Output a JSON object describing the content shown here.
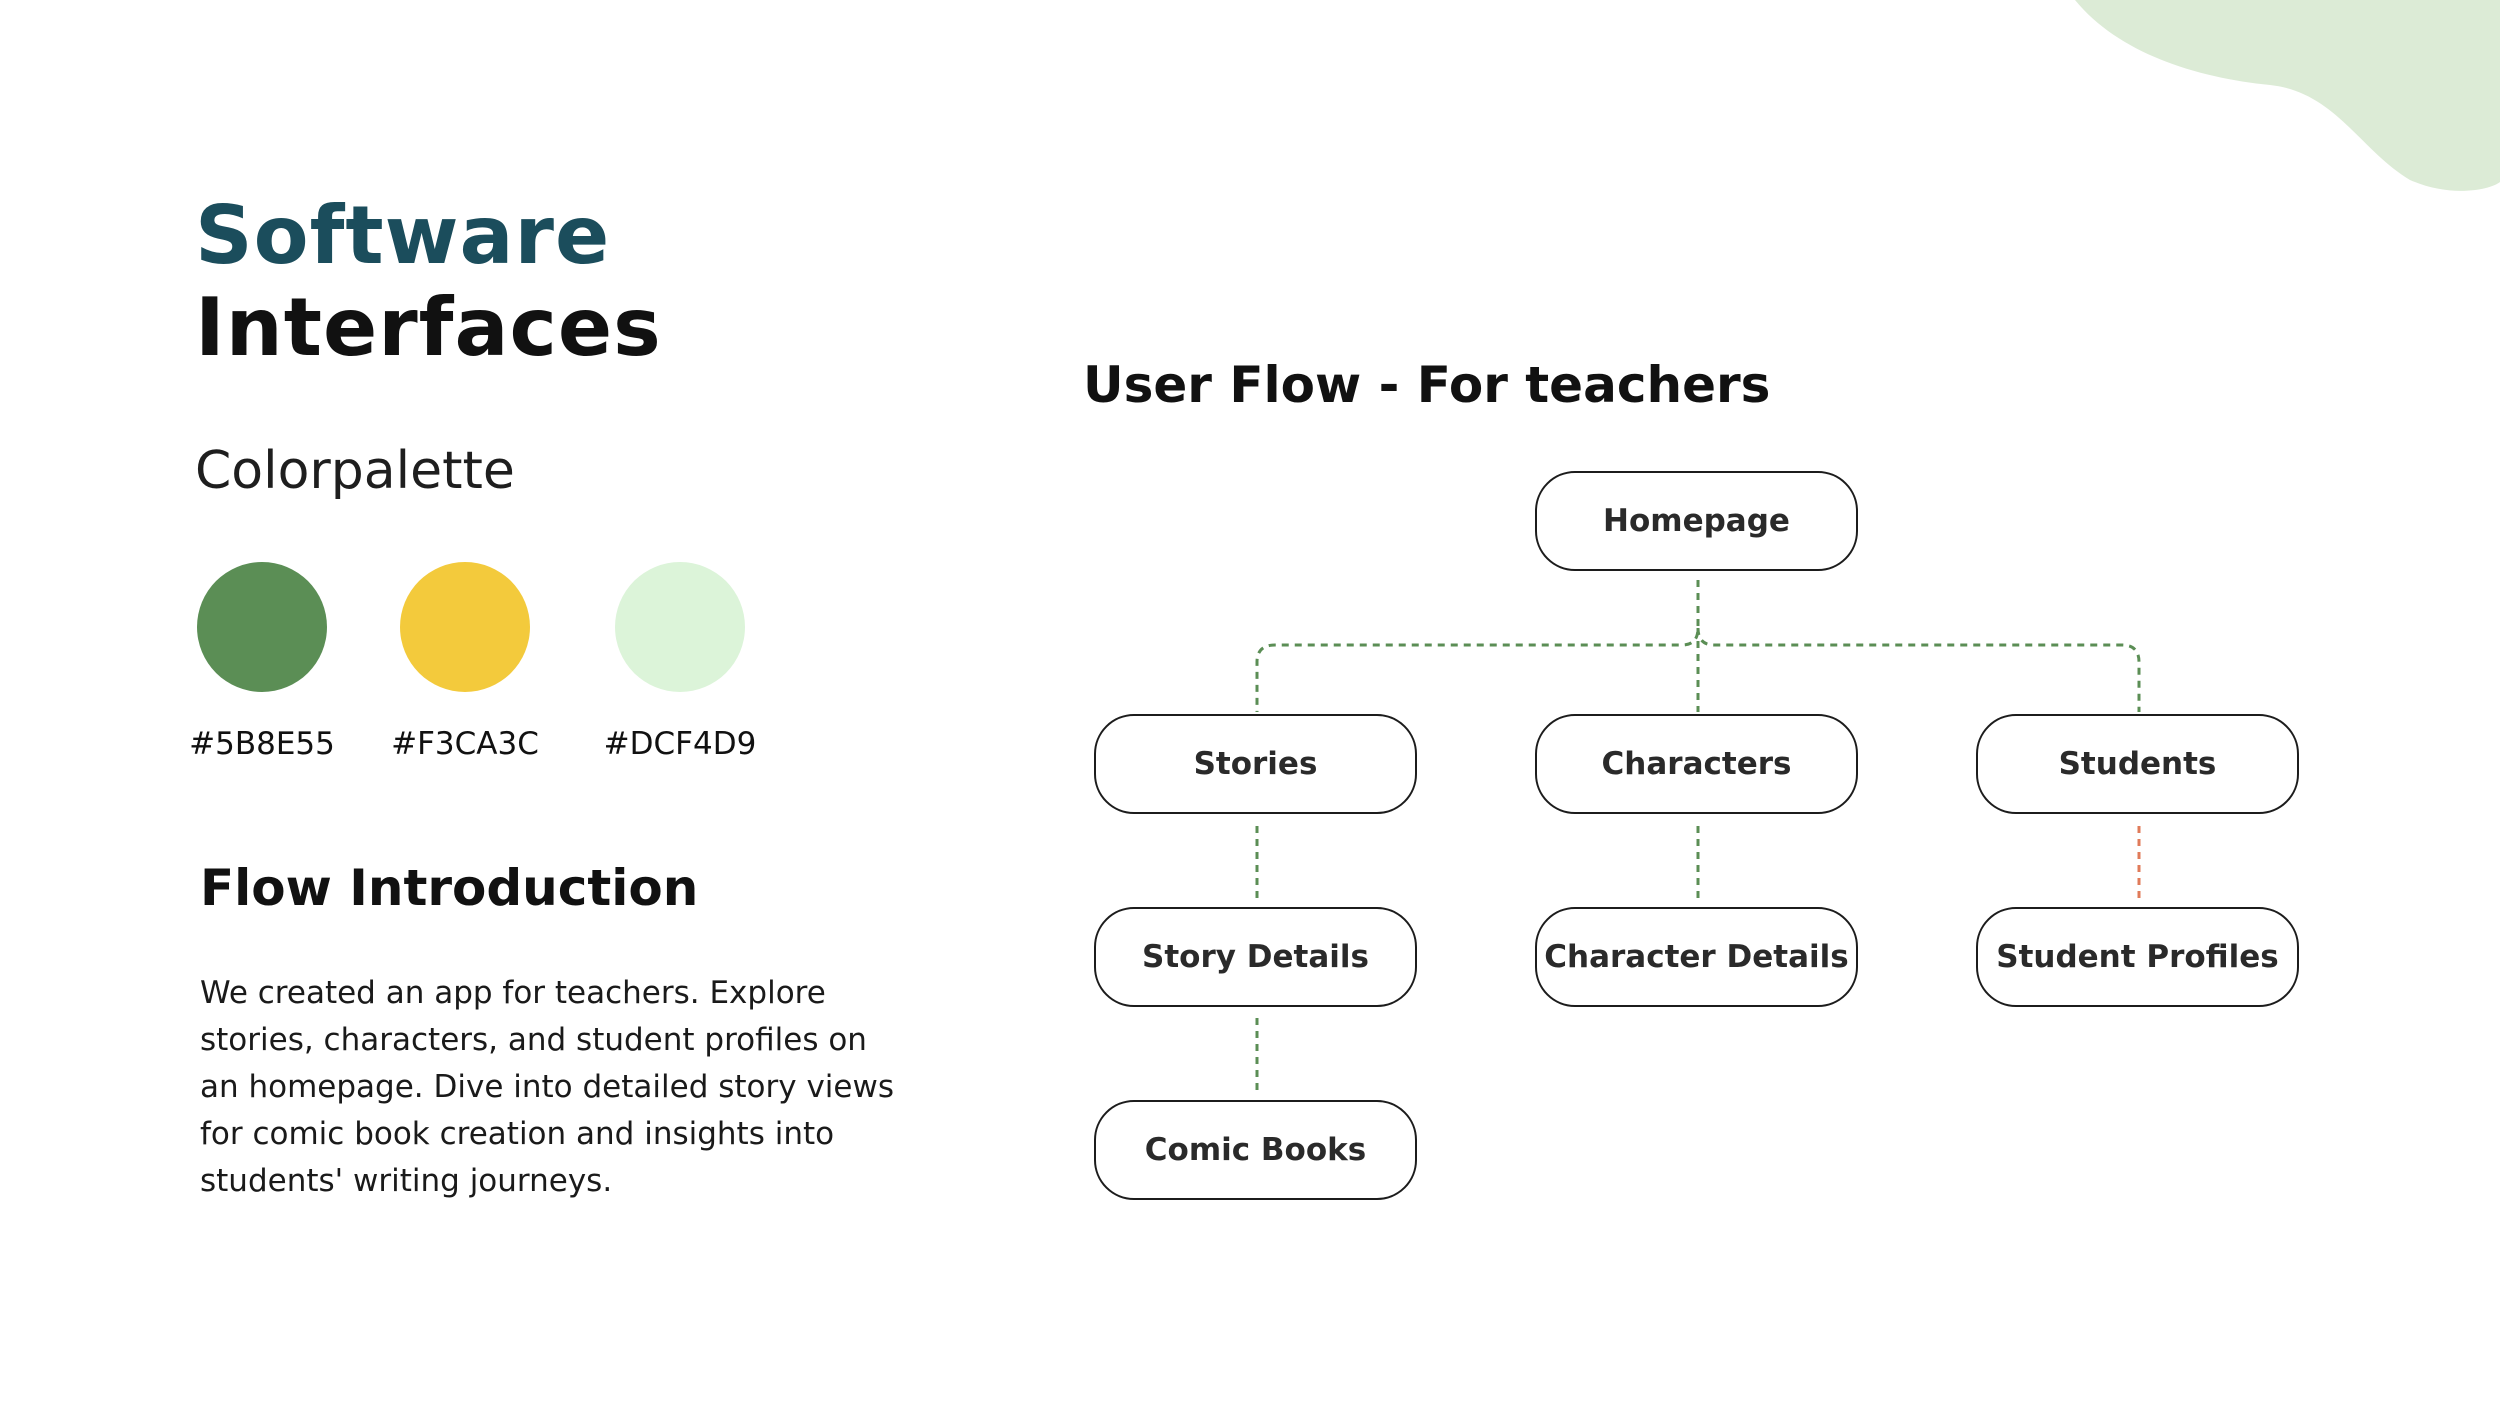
{
  "title": {
    "line1": "Software",
    "line2": "Interfaces",
    "line1_color": "#1B4D5C"
  },
  "palette": {
    "heading": "Colorpalette",
    "colors": [
      {
        "hex": "#5B8E55",
        "label": "#5B8E55"
      },
      {
        "hex": "#F3CA3C",
        "label": "#F3CA3C"
      },
      {
        "hex": "#DCF4D9",
        "label": "#DCF4D9"
      }
    ]
  },
  "intro": {
    "heading": "Flow Introduction",
    "body": "We created an app for teachers. Explore stories, characters, and student profiles on an homepage. Dive into detailed story views for comic book creation and insights into students' writing journeys."
  },
  "flow": {
    "heading": "User Flow - For teachers",
    "nodes": {
      "homepage": "Homepage",
      "stories": "Stories",
      "characters": "Characters",
      "students": "Students",
      "story_details": "Story Details",
      "character_details": "Character Details",
      "student_profiles": "Student Profiles",
      "comic_books": "Comic Books"
    },
    "connector_color": "#5B8E55",
    "alert_connector_color": "#E07B5A"
  },
  "decor": {
    "blob_color": "#DCEBD6"
  }
}
